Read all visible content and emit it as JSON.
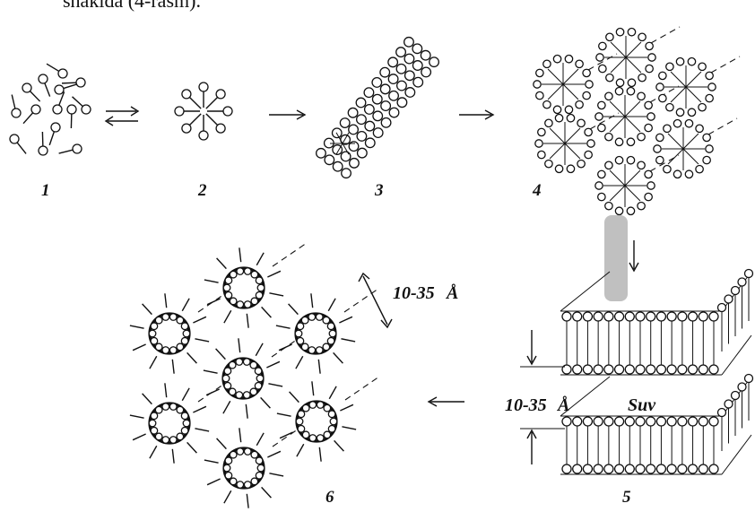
{
  "caption_fragment": "shaklda (4-rasm).",
  "stage_labels": [
    "1",
    "2",
    "3",
    "4",
    "5",
    "6"
  ],
  "dimension_labels": {
    "upper": "10-35",
    "lower": "10-35",
    "unit": "Å"
  },
  "water_label": "Suv"
}
